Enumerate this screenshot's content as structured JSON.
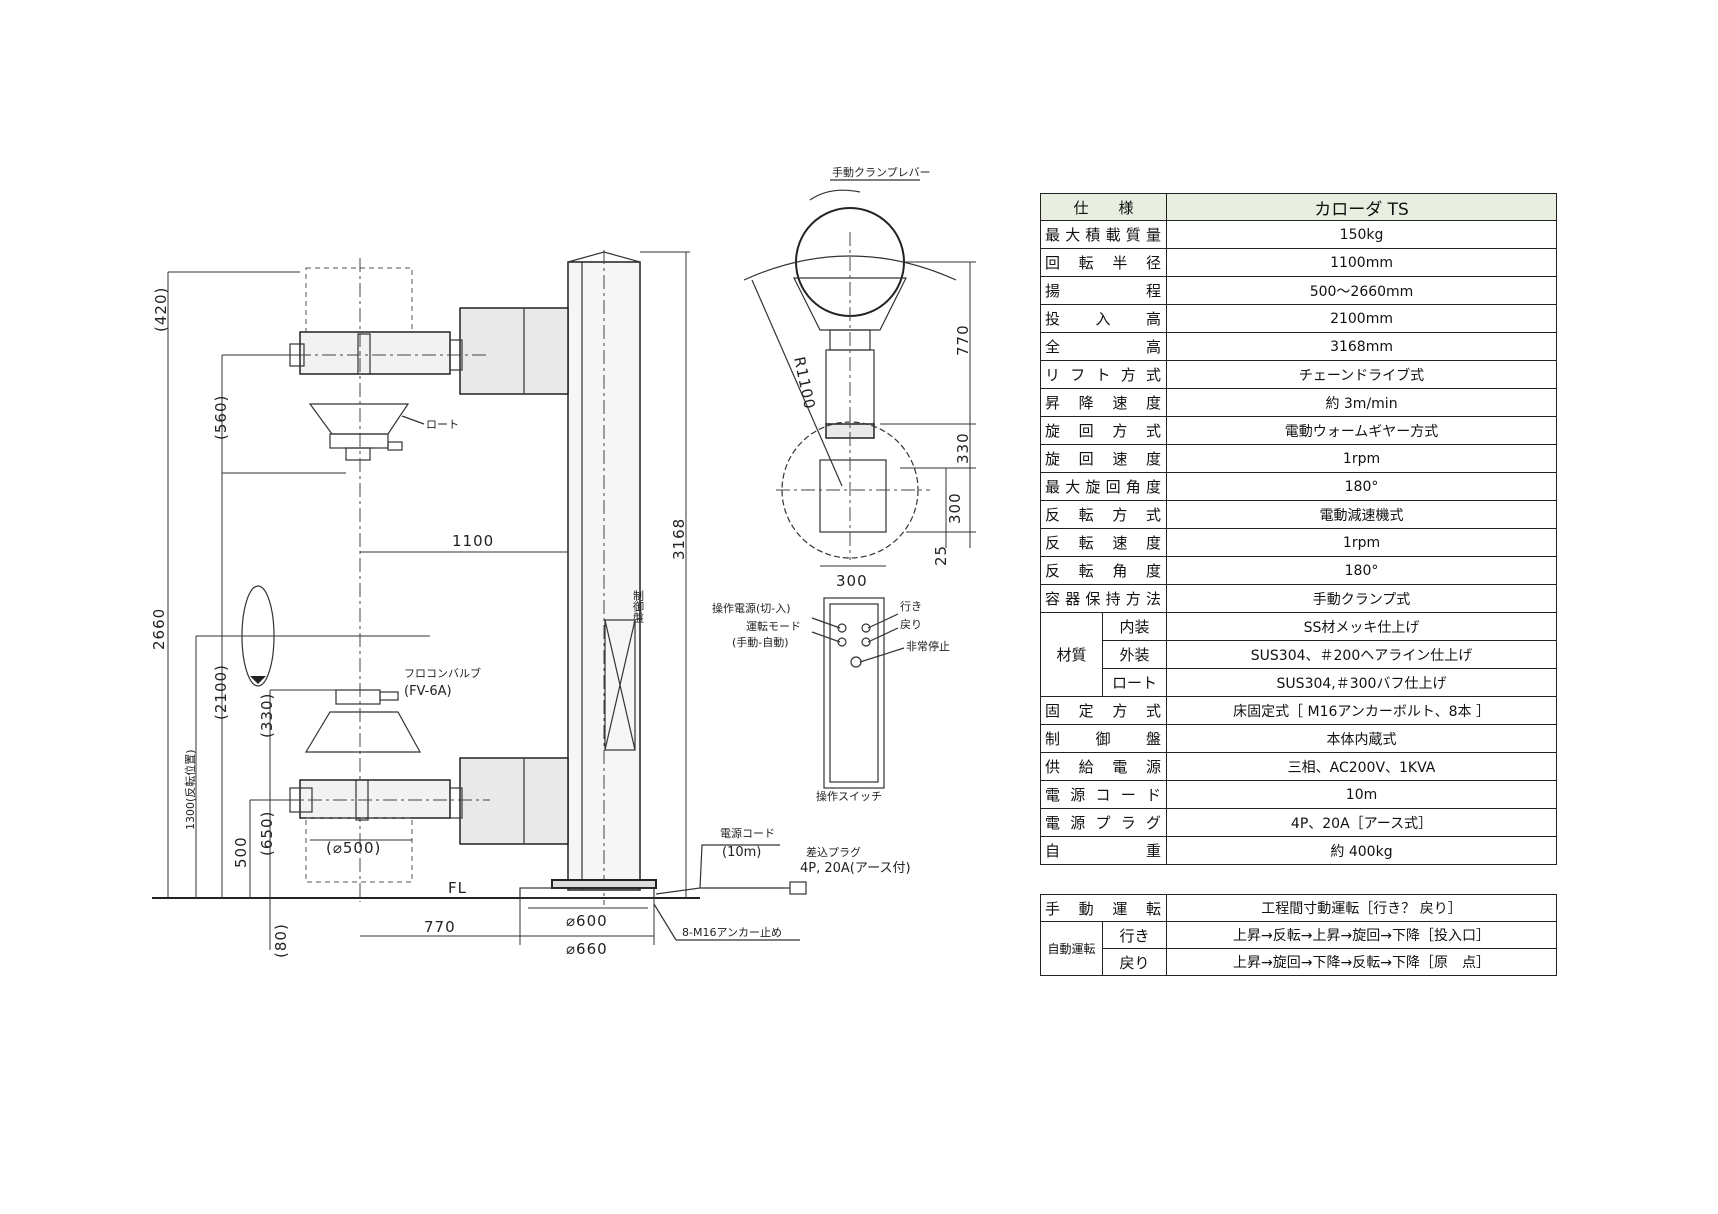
{
  "spec_table": {
    "header": {
      "label": "仕　　様",
      "value": "カローダ TS"
    },
    "rows": [
      {
        "label": "最大積載質量",
        "value": "150kg"
      },
      {
        "label": "回転半径",
        "value": "1100mm"
      },
      {
        "label": "揚程",
        "value": "500～2660mm"
      },
      {
        "label": "投入高",
        "value": "2100mm"
      },
      {
        "label": "全高",
        "value": "3168mm"
      },
      {
        "label": "リフト方式",
        "value": "チェーンドライブ式"
      },
      {
        "label": "昇降速度",
        "value": "約 3m/min"
      },
      {
        "label": "旋回方式",
        "value": "電動ウォームギヤー方式"
      },
      {
        "label": "旋回速度",
        "value": "1rpm"
      },
      {
        "label": "最大旋回角度",
        "value": "180°"
      },
      {
        "label": "反転方式",
        "value": "電動減速機式"
      },
      {
        "label": "反転速度",
        "value": "1rpm"
      },
      {
        "label": "反転角度",
        "value": "180°"
      },
      {
        "label": "容器保持方法",
        "value": "手動クランプ式"
      }
    ],
    "material": {
      "label": "材質",
      "items": [
        {
          "label": "内装",
          "value": "SS材メッキ仕上げ"
        },
        {
          "label": "外装",
          "value": "SUS304、＃200ヘアライン仕上げ"
        },
        {
          "label": "ロート",
          "value": "SUS304,＃300バフ仕上げ"
        }
      ]
    },
    "rows2": [
      {
        "label": "固定方式",
        "value": "床固定式［ M16アンカーボルト、8本 ］"
      },
      {
        "label": "制御盤",
        "value": "本体内蔵式"
      },
      {
        "label": "供給電源",
        "value": "三相、AC200V、1KVA"
      },
      {
        "label": "電源コード",
        "value": "10m"
      },
      {
        "label": "電源プラグ",
        "value": "4P、20A［アース式］"
      },
      {
        "label": "自重",
        "value": "約 400kg"
      }
    ]
  },
  "operation_table": {
    "manual": {
      "label": "手動運転",
      "value": "工程間寸動運転［行き？ 戻り］"
    },
    "auto": {
      "label": "自動運転",
      "items": [
        {
          "label": "行き",
          "value": "上昇→反転→上昇→旋回→下降［投入口］"
        },
        {
          "label": "戻り",
          "value": "上昇→旋回→下降→反転→下降［原　点］"
        }
      ]
    }
  },
  "drawing": {
    "side_view": {
      "dims": {
        "d420": "(420)",
        "d560": "(560)",
        "d2660": "2660",
        "d2100": "(2100)",
        "d1300": "1300(反転位置)",
        "d330": "(330)",
        "d650": "(650)",
        "d500": "500",
        "d80": "(80)",
        "d1100": "1100",
        "d3168": "3168",
        "d770": "770",
        "d600": "⌀600",
        "d660": "⌀660",
        "d_phi500": "(⌀500)"
      },
      "labels": {
        "funnel": "ロート",
        "valve": "フロコンバルブ",
        "valve_model": "(FV-6A)",
        "control_panel": "制御盤",
        "floor": "FL",
        "power_cord": "電源コード",
        "power_cord_len": "(10m)",
        "plug": "差込プラグ",
        "plug_spec": "4P, 20A(アース付)",
        "anchor": "8-M16アンカー止め"
      }
    },
    "top_view": {
      "labels": {
        "clamp_lever": "手動クランプレバー"
      },
      "dims": {
        "r1100": "R1100",
        "d770": "770",
        "d330": "330",
        "d300v": "300",
        "d300h": "300",
        "d25": "25"
      }
    },
    "switch_panel": {
      "labels": {
        "power": "操作電源(切-入)",
        "mode": "運転モード",
        "mode_opts": "(手動-自動)",
        "forward": "行き",
        "back": "戻り",
        "estop": "非常停止",
        "title": "操作スイッチ"
      }
    }
  }
}
